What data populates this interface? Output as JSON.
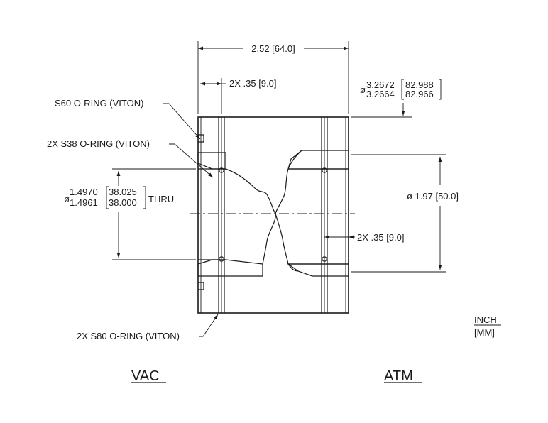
{
  "dimensions": {
    "overall_length": "2.52 [64.0]",
    "groove_offset_vac": "2X .35 [9.0]",
    "outer_dia_prefix": "ø",
    "outer_dia_inch_max": "3.2672",
    "outer_dia_inch_min": "3.2664",
    "outer_dia_mm_max": "82.988",
    "outer_dia_mm_min": "82.966",
    "bore_dia_prefix": "ø",
    "bore_dia_inch_max": "1.4970",
    "bore_dia_inch_min": "1.4961",
    "bore_dia_mm_max": "38.025",
    "bore_dia_mm_min": "38.000",
    "bore_suffix": "THRU",
    "counterbore_dia": "ø 1.97 [50.0]",
    "groove_offset_atm": "2X .35 [9.0]"
  },
  "callouts": {
    "s60": "S60 O-RING (VITON)",
    "s38": "2X S38 O-RING (VITON)",
    "s80": "2X S80 O-RING (VITON)"
  },
  "units": {
    "primary": "INCH",
    "secondary": "[MM]"
  },
  "sides": {
    "left": "VAC",
    "right": "ATM"
  }
}
